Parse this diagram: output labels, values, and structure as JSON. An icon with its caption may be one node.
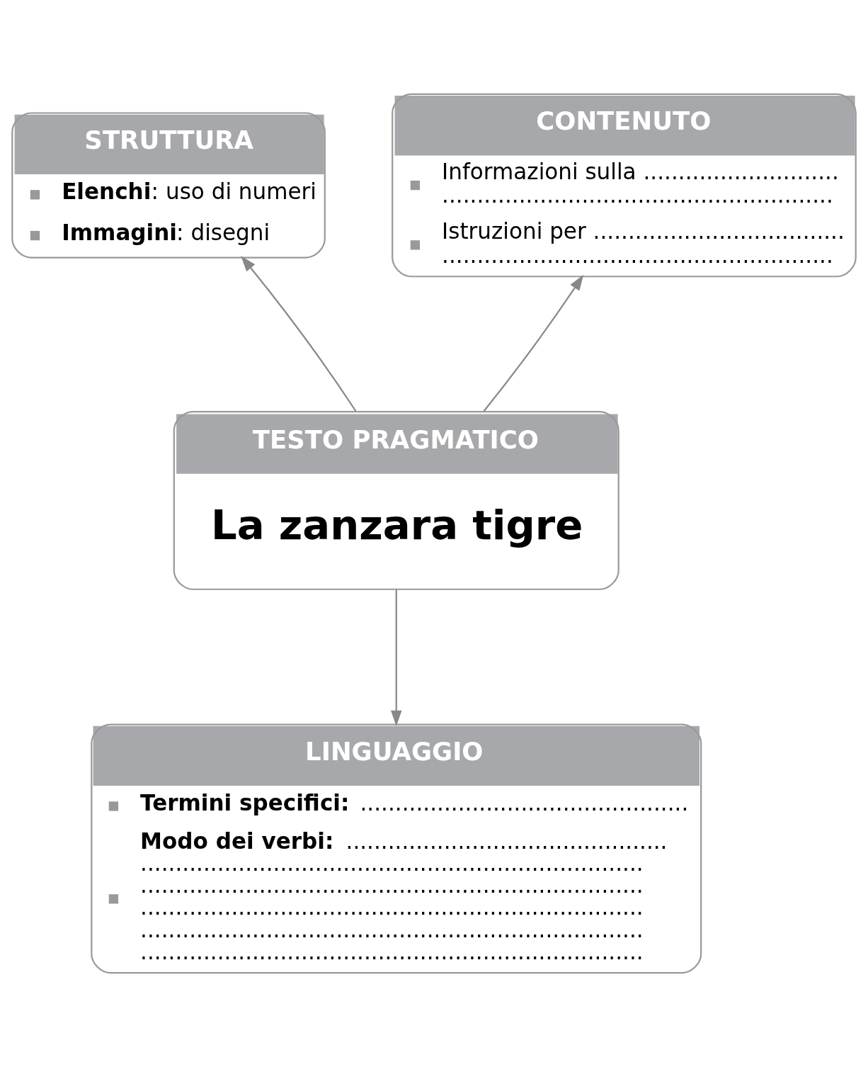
{
  "diagram": {
    "nodes": [
      {
        "text": [
          "STRUTTURA",
          "**Elenchi**: uso di numeri",
          "**Immagini**: disegni"
        ]
      },
      {
        "text": [
          "CONTENUTO",
          "Informazioni sulla ............................ ........................................................",
          "Istruzioni per .................................... ........................................................"
        ]
      },
      {
        "text": [
          "TESTO PRAGMATICO",
          "La zanzara tigre"
        ]
      },
      {
        "text": [
          "LINGUAGGIO",
          "**Termini specifici:** ...............................................",
          "**Modo dei verbi:** .............................................. ........................................................................ ........................................................................ ........................................................................ ........................................................................ ........................................................................"
        ]
      }
    ],
    "edges": [
      {
        "from": 2,
        "to": 0,
        "arrow": "to"
      },
      {
        "from": 2,
        "to": 1,
        "arrow": "to"
      },
      {
        "from": 2,
        "to": 3,
        "arrow": "to"
      }
    ]
  }
}
